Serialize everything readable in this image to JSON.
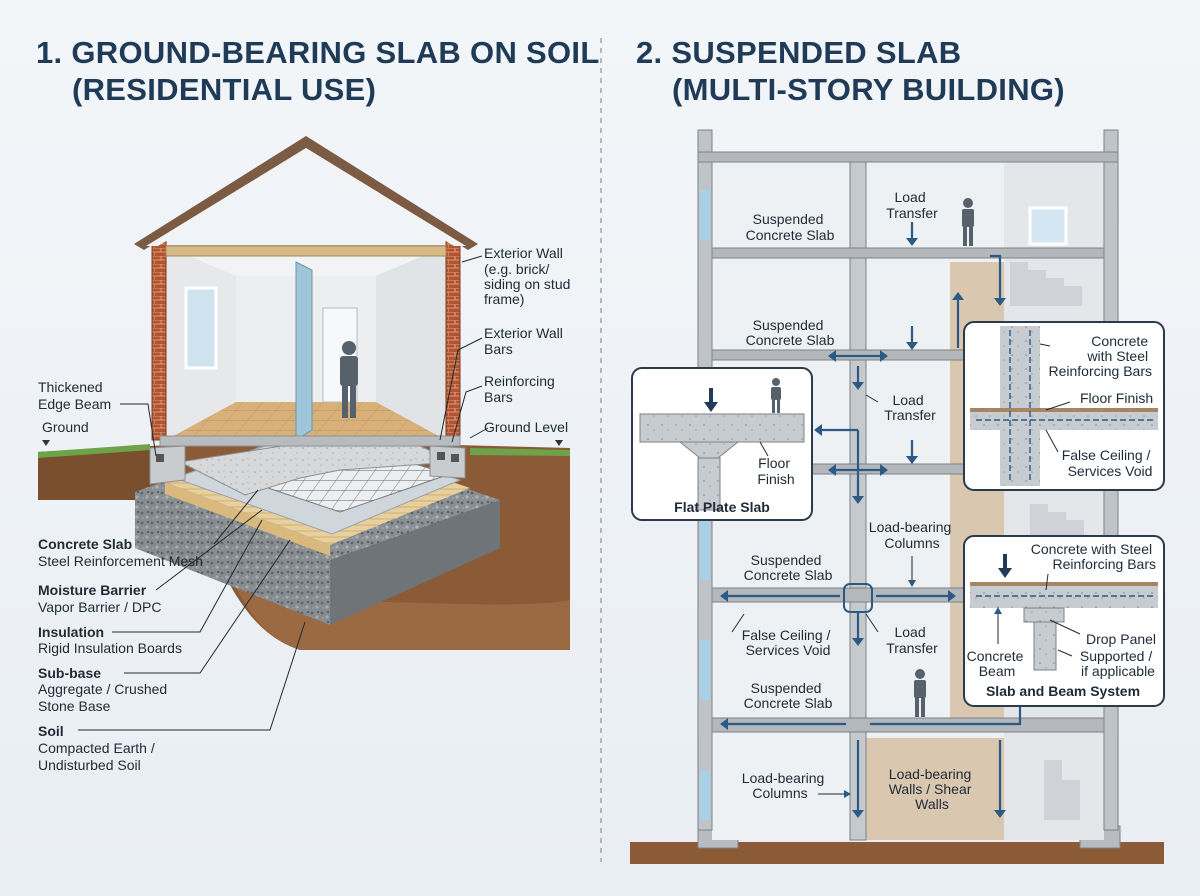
{
  "titles": {
    "left_1": "1. GROUND-BEARING SLAB ON SOIL",
    "left_2": "(RESIDENTIAL USE)",
    "right_1": "2. SUSPENDED SLAB",
    "right_2": "(MULTI-STORY BUILDING)"
  },
  "left": {
    "exterior_wall": [
      "Exterior Wall",
      "(e.g. brick/",
      "siding on stud",
      "frame)"
    ],
    "exterior_wall_bars": [
      "Exterior Wall",
      "Bars"
    ],
    "reinforcing_bars": [
      "Reinforcing",
      "Bars"
    ],
    "ground_level": "Ground Level",
    "thickened_edge_beam": [
      "Thickened",
      "Edge Beam"
    ],
    "ground": "Ground",
    "layers": [
      {
        "title": "Concrete Slab",
        "desc": [
          "Steel Reinforcement Mesh"
        ]
      },
      {
        "title": "Moisture Barrier",
        "desc": [
          "Vapor Barrier / DPC"
        ]
      },
      {
        "title": "Insulation",
        "desc": [
          "Rigid Insulation Boards"
        ]
      },
      {
        "title": "Sub-base",
        "desc": [
          "Aggregate / Crushed",
          "Stone Base"
        ]
      },
      {
        "title": "Soil",
        "desc": [
          "Compacted Earth /",
          "Undisturbed Soil"
        ]
      }
    ]
  },
  "right": {
    "suspended_slab_1": [
      "Suspended",
      "Concrete Slab"
    ],
    "load_transfer_1": [
      "Load",
      "Transfer"
    ],
    "suspended_slab_2": [
      "Suspended",
      "Concrete Slab"
    ],
    "load_transfer_2": [
      "Load",
      "Transfer"
    ],
    "load_bearing_columns_1": [
      "Load-bearing",
      "Columns"
    ],
    "suspended_slab_3": [
      "Suspended",
      "Concrete Slab"
    ],
    "false_ceiling": [
      "False Ceiling /",
      "Services Void"
    ],
    "load_transfer_3": [
      "Load",
      "Transfer"
    ],
    "suspended_slab_4": [
      "Suspended",
      "Concrete Slab"
    ],
    "load_bearing_columns_2": [
      "Load-bearing",
      "Columns"
    ],
    "load_bearing_walls": [
      "Load-bearing",
      "Walls / Shear",
      "Walls"
    ],
    "flat_plate": {
      "floor_finish": [
        "Floor",
        "Finish"
      ],
      "caption": "Flat Plate Slab"
    },
    "detail_top": {
      "concrete_steel": [
        "Concrete",
        "with Steel",
        "Reinforcing Bars"
      ],
      "floor_finish": "Floor Finish",
      "false_ceiling": [
        "False Ceiling /",
        "Services Void"
      ]
    },
    "slab_beam": {
      "concrete_steel": [
        "Concrete with Steel",
        "Reinforcing Bars"
      ],
      "drop_panel": "Drop Panel",
      "supported": [
        "Supported /",
        "if applicable"
      ],
      "concrete_beam": [
        "Concrete",
        "Beam"
      ],
      "caption": "Slab and Beam System"
    }
  }
}
